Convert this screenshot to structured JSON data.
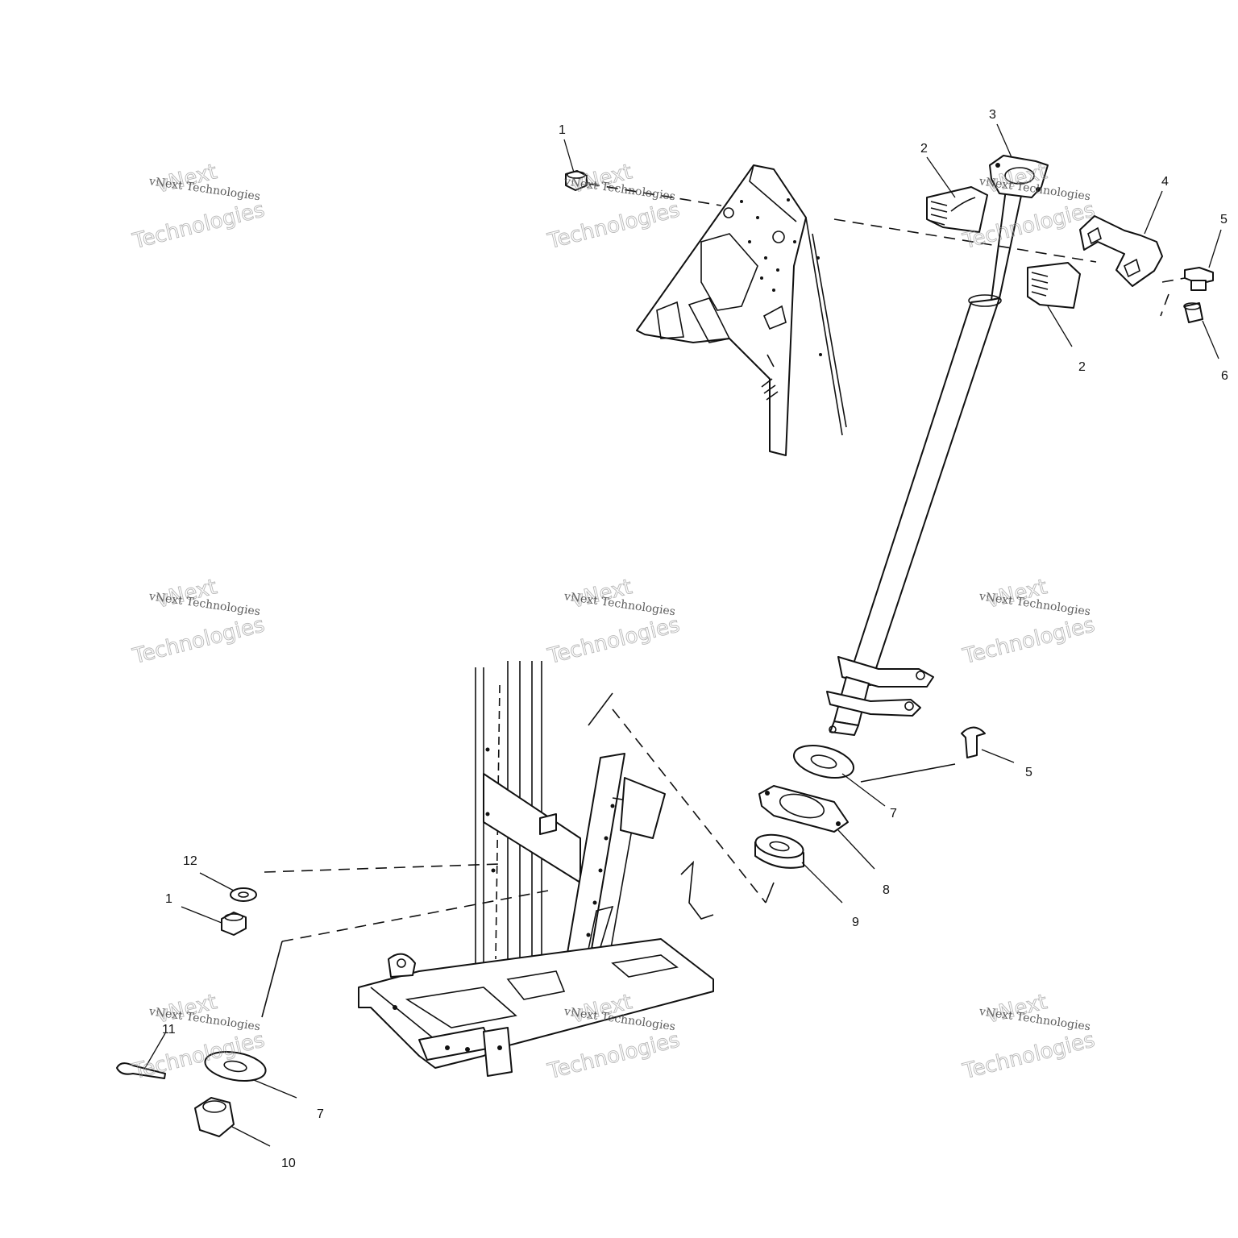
{
  "watermark": {
    "line_small": "vNext Technologies",
    "line_big_top": "vNext",
    "line_big_bottom": "Technologies"
  },
  "callouts": [
    {
      "id": "c1a",
      "label": "1"
    },
    {
      "id": "c2a",
      "label": "2"
    },
    {
      "id": "c3",
      "label": "3"
    },
    {
      "id": "c4",
      "label": "4"
    },
    {
      "id": "c5a",
      "label": "5"
    },
    {
      "id": "c2b",
      "label": "2"
    },
    {
      "id": "c6",
      "label": "6"
    },
    {
      "id": "c5b",
      "label": "5"
    },
    {
      "id": "c7a",
      "label": "7"
    },
    {
      "id": "c8",
      "label": "8"
    },
    {
      "id": "c9",
      "label": "9"
    },
    {
      "id": "c12",
      "label": "12"
    },
    {
      "id": "c1b",
      "label": "1"
    },
    {
      "id": "c11",
      "label": "11"
    },
    {
      "id": "c7b",
      "label": "7"
    },
    {
      "id": "c10",
      "label": "10"
    }
  ]
}
